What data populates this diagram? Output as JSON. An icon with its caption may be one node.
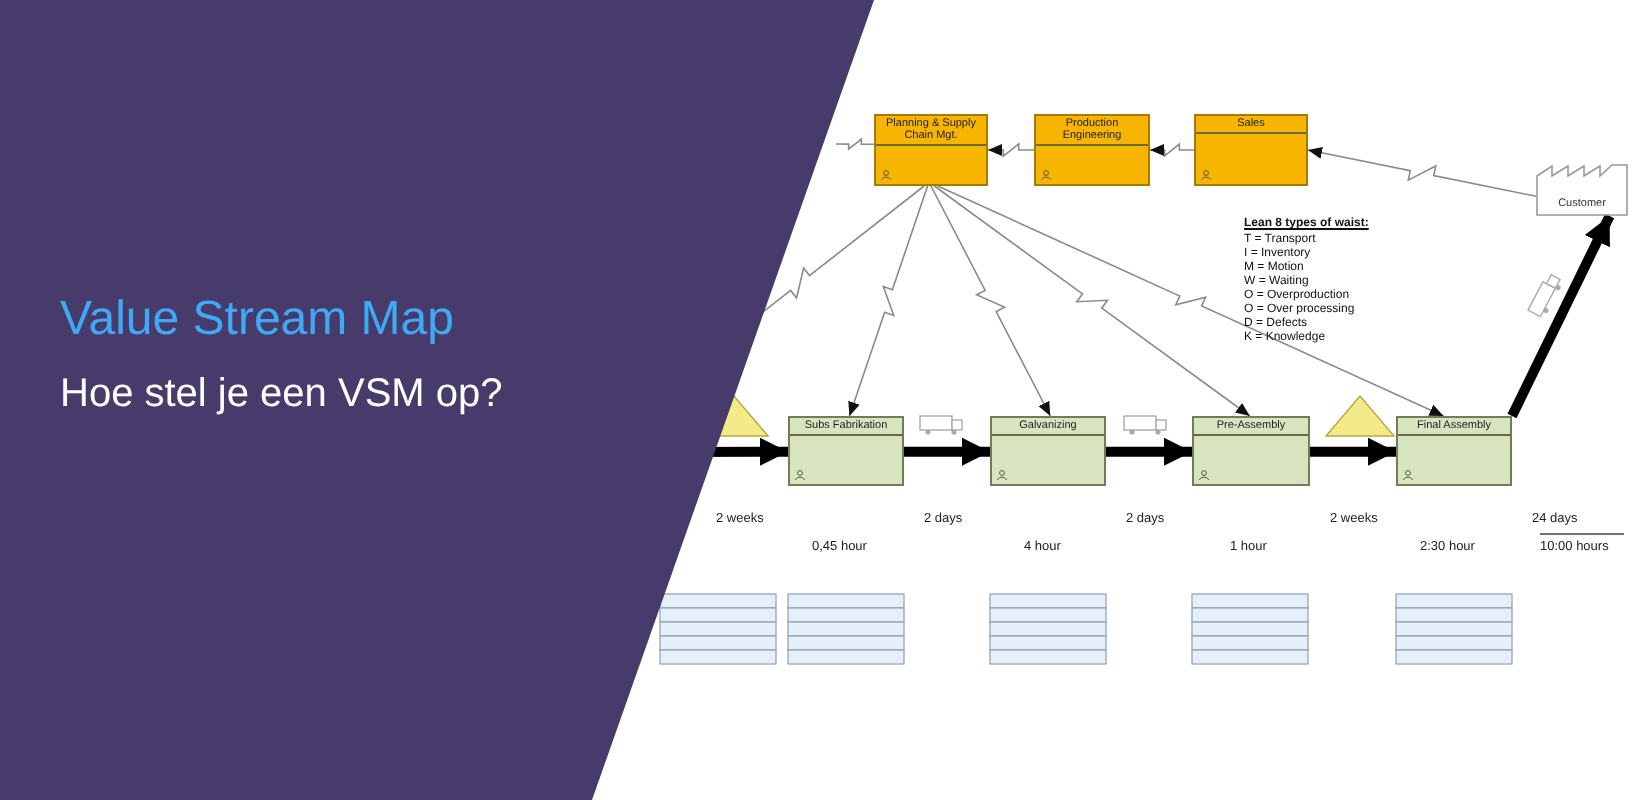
{
  "diagram": {
    "title": "Value Stream Map",
    "caption": "Hoe stel je een VSM op?",
    "nodes": [
      {
        "text": [
          "Planning & Supply Chain Mgt."
        ]
      },
      {
        "text": [
          "Production Engineering"
        ]
      },
      {
        "text": [
          "Sales"
        ]
      },
      {
        "text": [
          "Customer"
        ]
      },
      {
        "text": [
          "Subs Fabrikation"
        ]
      },
      {
        "text": [
          "Galvanizing"
        ]
      },
      {
        "text": [
          "Pre-Assembly"
        ]
      },
      {
        "text": [
          "Final Assembly"
        ]
      }
    ],
    "edges": [
      {
        "from": 0,
        "to": null,
        "arrow": "none"
      },
      {
        "from": 0,
        "to": null,
        "arrow": "none"
      },
      {
        "from": 0,
        "to": 4,
        "arrow": "to"
      },
      {
        "from": 0,
        "to": 5,
        "arrow": "to"
      },
      {
        "from": 0,
        "to": 6,
        "arrow": "to"
      },
      {
        "from": 0,
        "to": 7,
        "arrow": "to"
      },
      {
        "from": 1,
        "to": 0,
        "arrow": "to"
      },
      {
        "from": 2,
        "to": 1,
        "arrow": "to"
      },
      {
        "from": 3,
        "to": 2,
        "arrow": "to"
      },
      {
        "from": null,
        "to": 4,
        "arrow": "to",
        "style": "thick",
        "color": "#000000"
      },
      {
        "from": 4,
        "to": 5,
        "arrow": "to",
        "style": "thick",
        "color": "#000000"
      },
      {
        "from": 5,
        "to": 6,
        "arrow": "to",
        "style": "thick",
        "color": "#000000"
      },
      {
        "from": 6,
        "to": 7,
        "arrow": "to",
        "style": "thick",
        "color": "#000000"
      },
      {
        "from": 7,
        "to": 3,
        "arrow": "to",
        "style": "thick",
        "color": "#000000"
      }
    ],
    "labels": [
      "Lean 8 types of waist:",
      "T = Transport",
      "I = Inventory",
      "M = Motion",
      "W = Waiting",
      "O = Overproduction",
      "O = Over processing",
      "D = Defects",
      "K = Knowledge",
      "2 weeks",
      "2 days",
      "2 days",
      "2 weeks",
      "24 days",
      "0,45 hour",
      "4 hour",
      "1 hour",
      "2:30 hour",
      "10:00 hours"
    ]
  }
}
